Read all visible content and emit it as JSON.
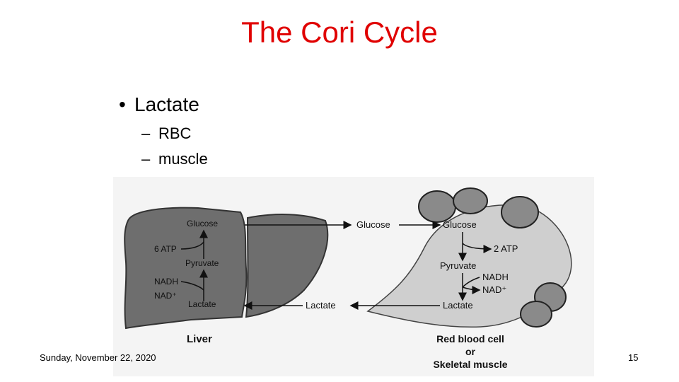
{
  "slide": {
    "title": "The Cori Cycle",
    "bullet": "Lactate",
    "subbullets": [
      "RBC",
      "muscle"
    ],
    "date": "Sunday, November 22, 2020",
    "page_number": "15"
  },
  "diagram": {
    "liver": {
      "glucose": "Glucose",
      "atp": "6 ATP",
      "pyruvate": "Pyruvate",
      "nadh": "NADH",
      "nad": "NAD⁺",
      "lactate": "Lactate",
      "caption": "Liver"
    },
    "blood": {
      "glucose": "Glucose",
      "lactate": "Lactate"
    },
    "cell": {
      "glucose": "Glucose",
      "atp": "2 ATP",
      "pyruvate": "Pyruvate",
      "nadh": "NADH",
      "nad": "NAD⁺",
      "lactate": "Lactate",
      "caption_line1": "Red blood cell",
      "caption_line2": "or",
      "caption_line3": "Skeletal muscle"
    }
  }
}
